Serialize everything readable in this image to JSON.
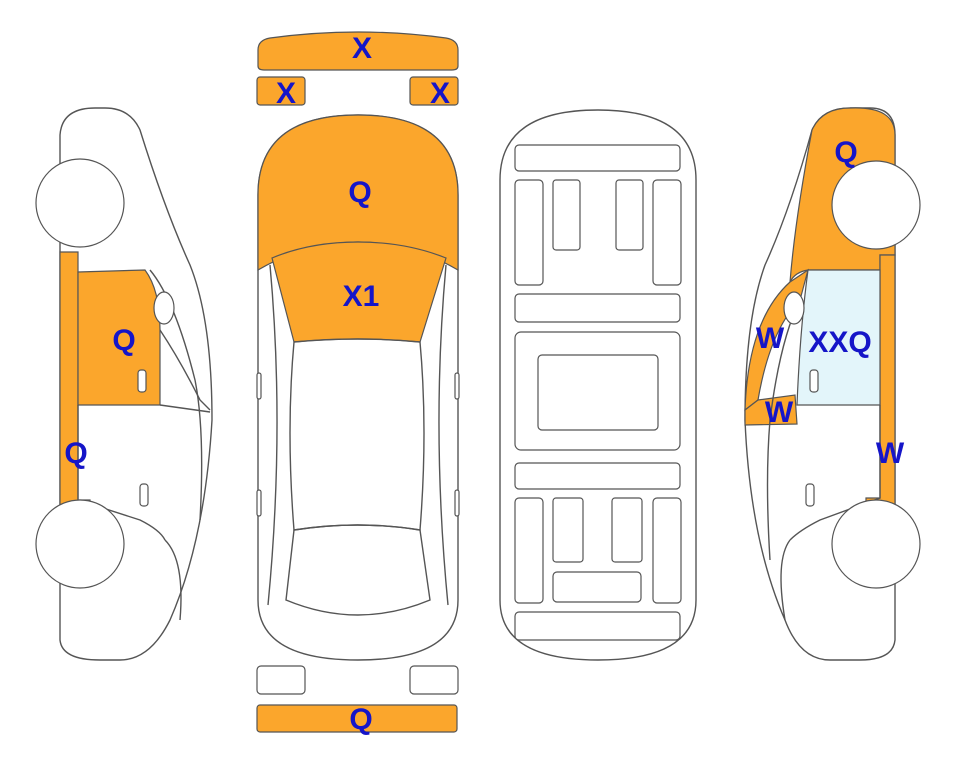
{
  "colors": {
    "damaged": "#FBA62C",
    "glass_tint": "#E3F5FA",
    "label": "#1515C8",
    "outline": "#555555"
  },
  "labels": {
    "front_bumper_top": "X",
    "left_mirror": "X",
    "right_mirror": "X",
    "hood": "Q",
    "windshield": "X1",
    "rear_bumper": "Q",
    "left_front_door": "Q",
    "left_sill": "Q",
    "right_fender": "Q",
    "right_window": "XXQ",
    "right_a_pillar": "W",
    "right_mirror_side": "W",
    "right_sill": "W"
  }
}
